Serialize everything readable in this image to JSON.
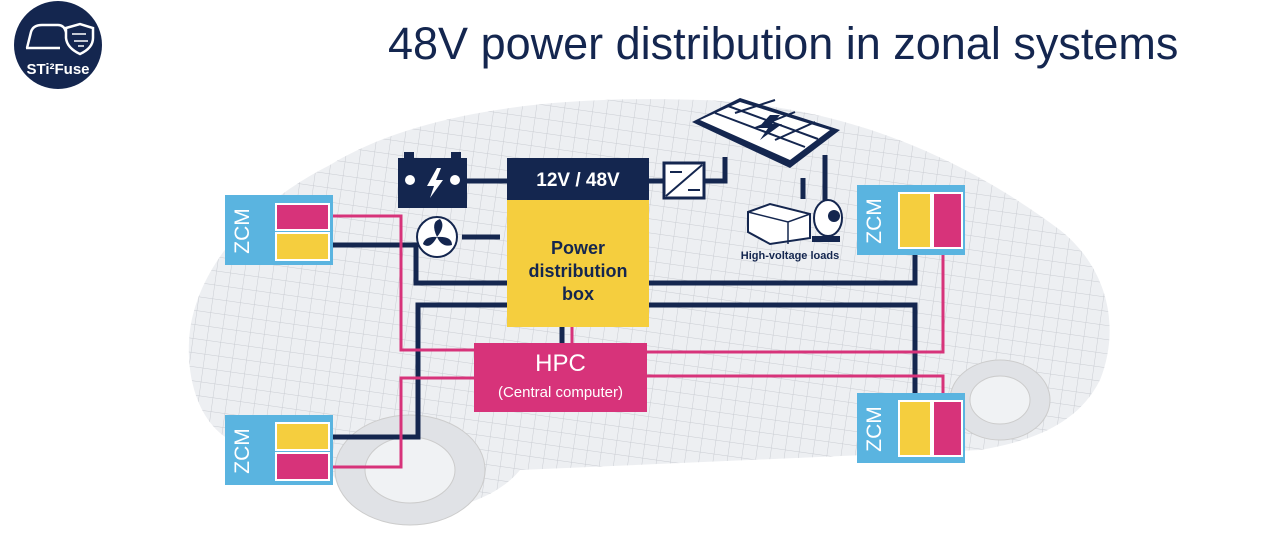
{
  "title": "48V power distribution in zonal systems",
  "logo": {
    "text": "STi²Fuse"
  },
  "nodes": {
    "voltage_header": "12V / 48V",
    "pdb": "Power distribution box",
    "hpc_title": "HPC",
    "hpc_subtitle": "(Central computer)",
    "zcm_label": "ZCM",
    "hv_loads": "High-voltage loads"
  },
  "icons": [
    "battery-icon",
    "fan-icon",
    "dc-dc-converter-icon",
    "battery-pack-icon",
    "inverter-icon",
    "motor-icon"
  ],
  "colors": {
    "navy": "#14264f",
    "yellow": "#f5ce3e",
    "pink": "#d7337a",
    "zcm_blue": "#5ab4e0"
  }
}
